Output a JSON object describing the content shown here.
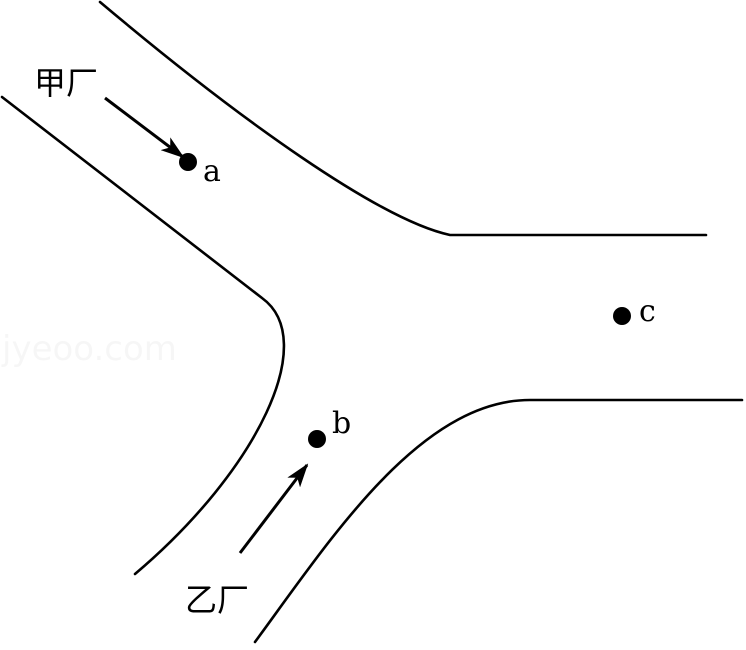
{
  "factories": {
    "jia": "甲厂",
    "yi": "乙厂"
  },
  "points": {
    "a": "a",
    "b": "b",
    "c": "c"
  },
  "watermark": "jyeoo.com"
}
